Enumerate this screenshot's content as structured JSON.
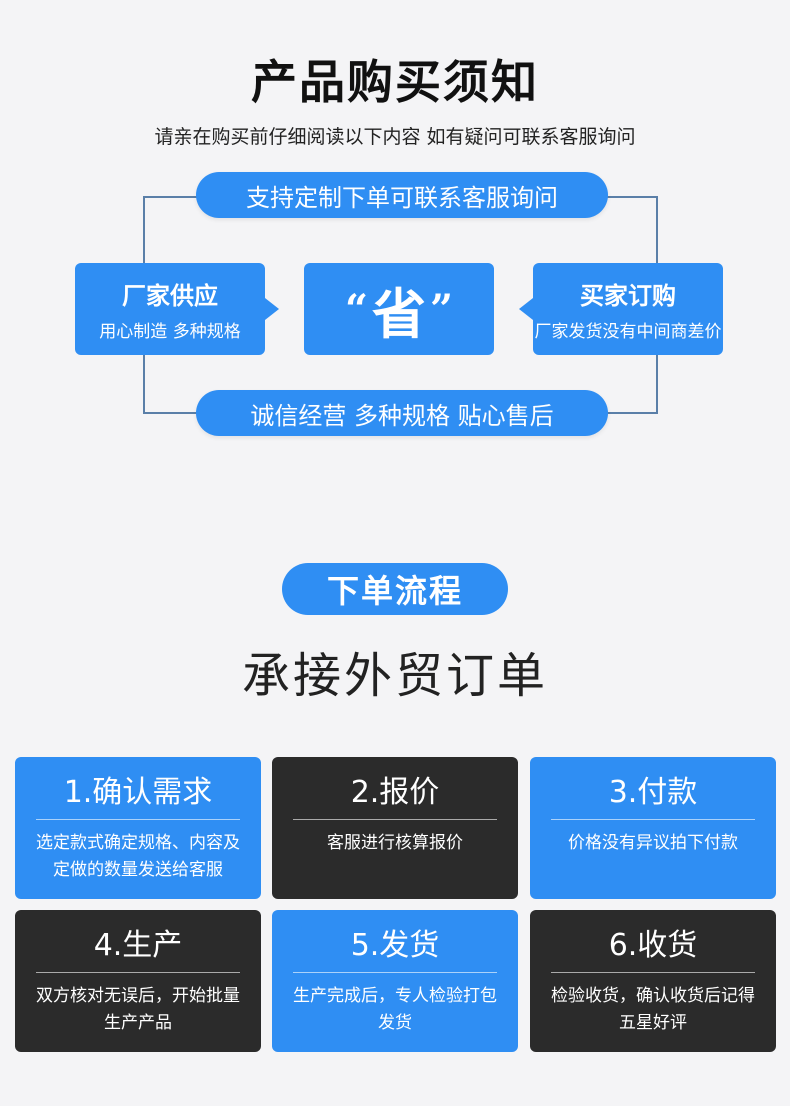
{
  "header": {
    "title": "产品购买须知",
    "subtitle": "请亲在购买前仔细阅读以下内容 如有疑问可联系客服询问"
  },
  "diagram": {
    "top_pill": "支持定制下单可联系客服询问",
    "bottom_pill": "诚信经营 多种规格 贴心售后",
    "left_box": {
      "heading": "厂家供应",
      "sub": "用心制造 多种规格"
    },
    "right_box": {
      "heading": "买家订购",
      "sub": "厂家发货没有中间商差价"
    },
    "center": {
      "open_quote": "“",
      "word": "省",
      "close_quote": "”"
    }
  },
  "flow": {
    "badge": "下单流程",
    "title": "承接外贸订单",
    "steps": [
      {
        "title": "1.确认需求",
        "desc": "选定款式确定规格、内容及定做的数量发送给客服"
      },
      {
        "title": "2.报价",
        "desc": "客服进行核算报价"
      },
      {
        "title": "3.付款",
        "desc": "价格没有异议拍下付款"
      },
      {
        "title": "4.生产",
        "desc": "双方核对无误后，开始批量生产产品"
      },
      {
        "title": "5.发货",
        "desc": "生产完成后，专人检验打包发货"
      },
      {
        "title": "6.收货",
        "desc": "检验收货，确认收货后记得五星好评"
      }
    ]
  },
  "colors": {
    "accent": "#2f8ef3",
    "dark": "#2b2b2b",
    "line": "#5a7fa8",
    "background": "#f4f4f6"
  }
}
